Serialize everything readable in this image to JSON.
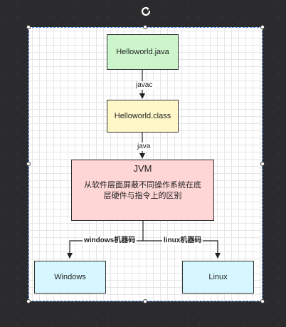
{
  "diagram": {
    "nodes": {
      "helloworld_java": "Helloworld.java",
      "helloworld_class": "Helloworld.class",
      "jvm_title": "JVM",
      "jvm_desc": "从软件层面屏蔽不同操作系统在底层硬件与指令上的区别",
      "windows": "Windows",
      "linux": "Linux"
    },
    "edges": {
      "javac": "javac",
      "java": "java",
      "windows_code": "windows机器码",
      "linux_code": "linux机器码"
    }
  },
  "colors": {
    "green_fill": "#ccf5cc",
    "yellow_fill": "#fff7c7",
    "red_fill": "#ffd6d6",
    "cyan_fill": "#d6f7ff",
    "selection_border": "#3b82f6"
  },
  "icons": [
    "rotate-icon"
  ]
}
